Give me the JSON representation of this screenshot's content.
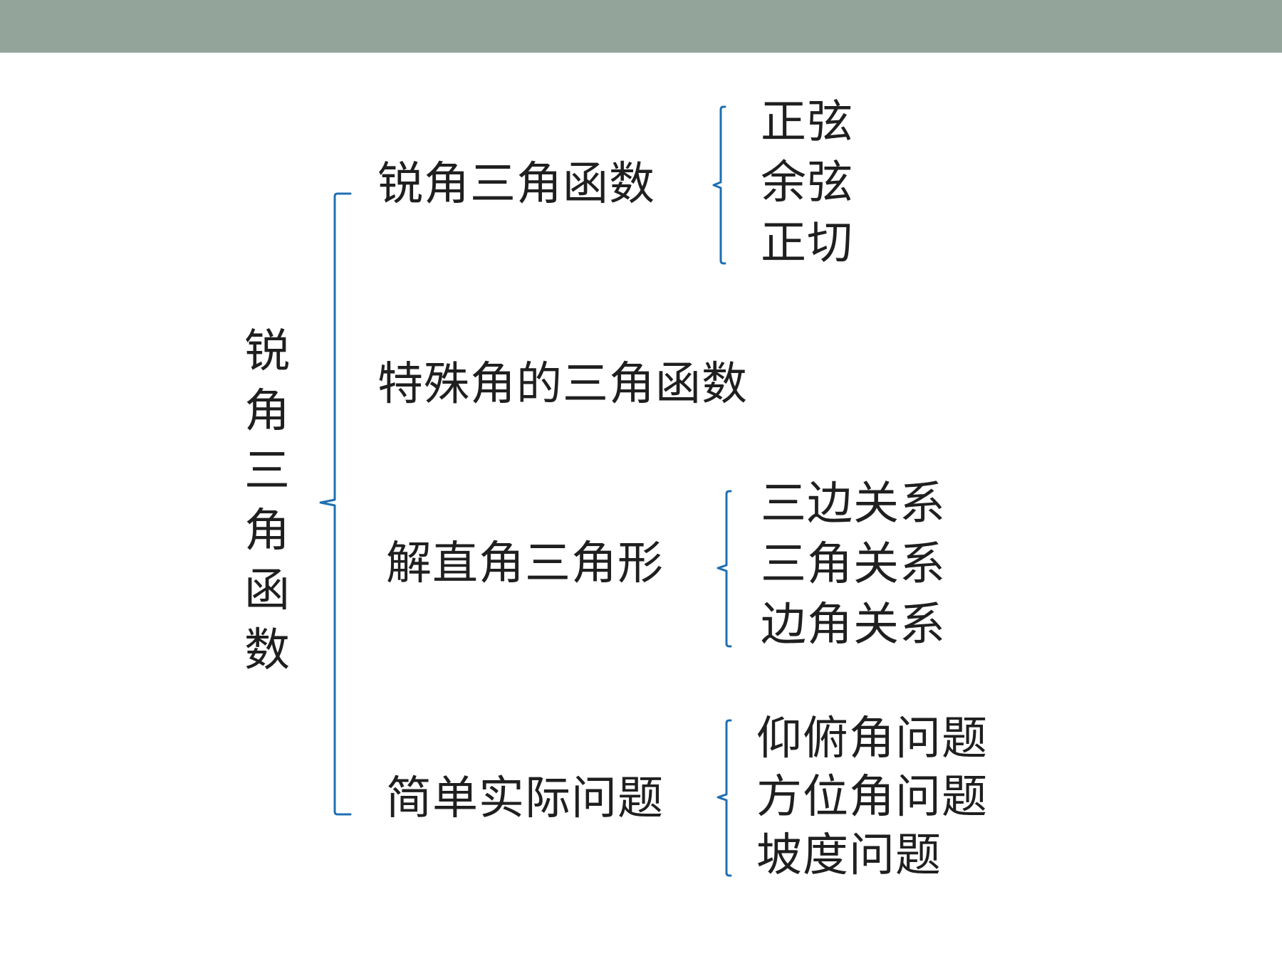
{
  "diagram": {
    "root": "锐角三角函数",
    "branches": [
      {
        "label": "锐角三角函数",
        "children": [
          "正弦",
          "余弦",
          "正切"
        ]
      },
      {
        "label": "特殊角的三角函数",
        "children": []
      },
      {
        "label": "解直角三角形",
        "children": [
          "三边关系",
          "三角关系",
          "边角关系"
        ]
      },
      {
        "label": "简单实际问题",
        "children": [
          "仰俯角问题",
          "方位角问题",
          "坡度问题"
        ]
      }
    ]
  },
  "colors": {
    "header_bar": "#93a59b",
    "brace": "#1f6fb2",
    "text": "#1f1f1f"
  }
}
